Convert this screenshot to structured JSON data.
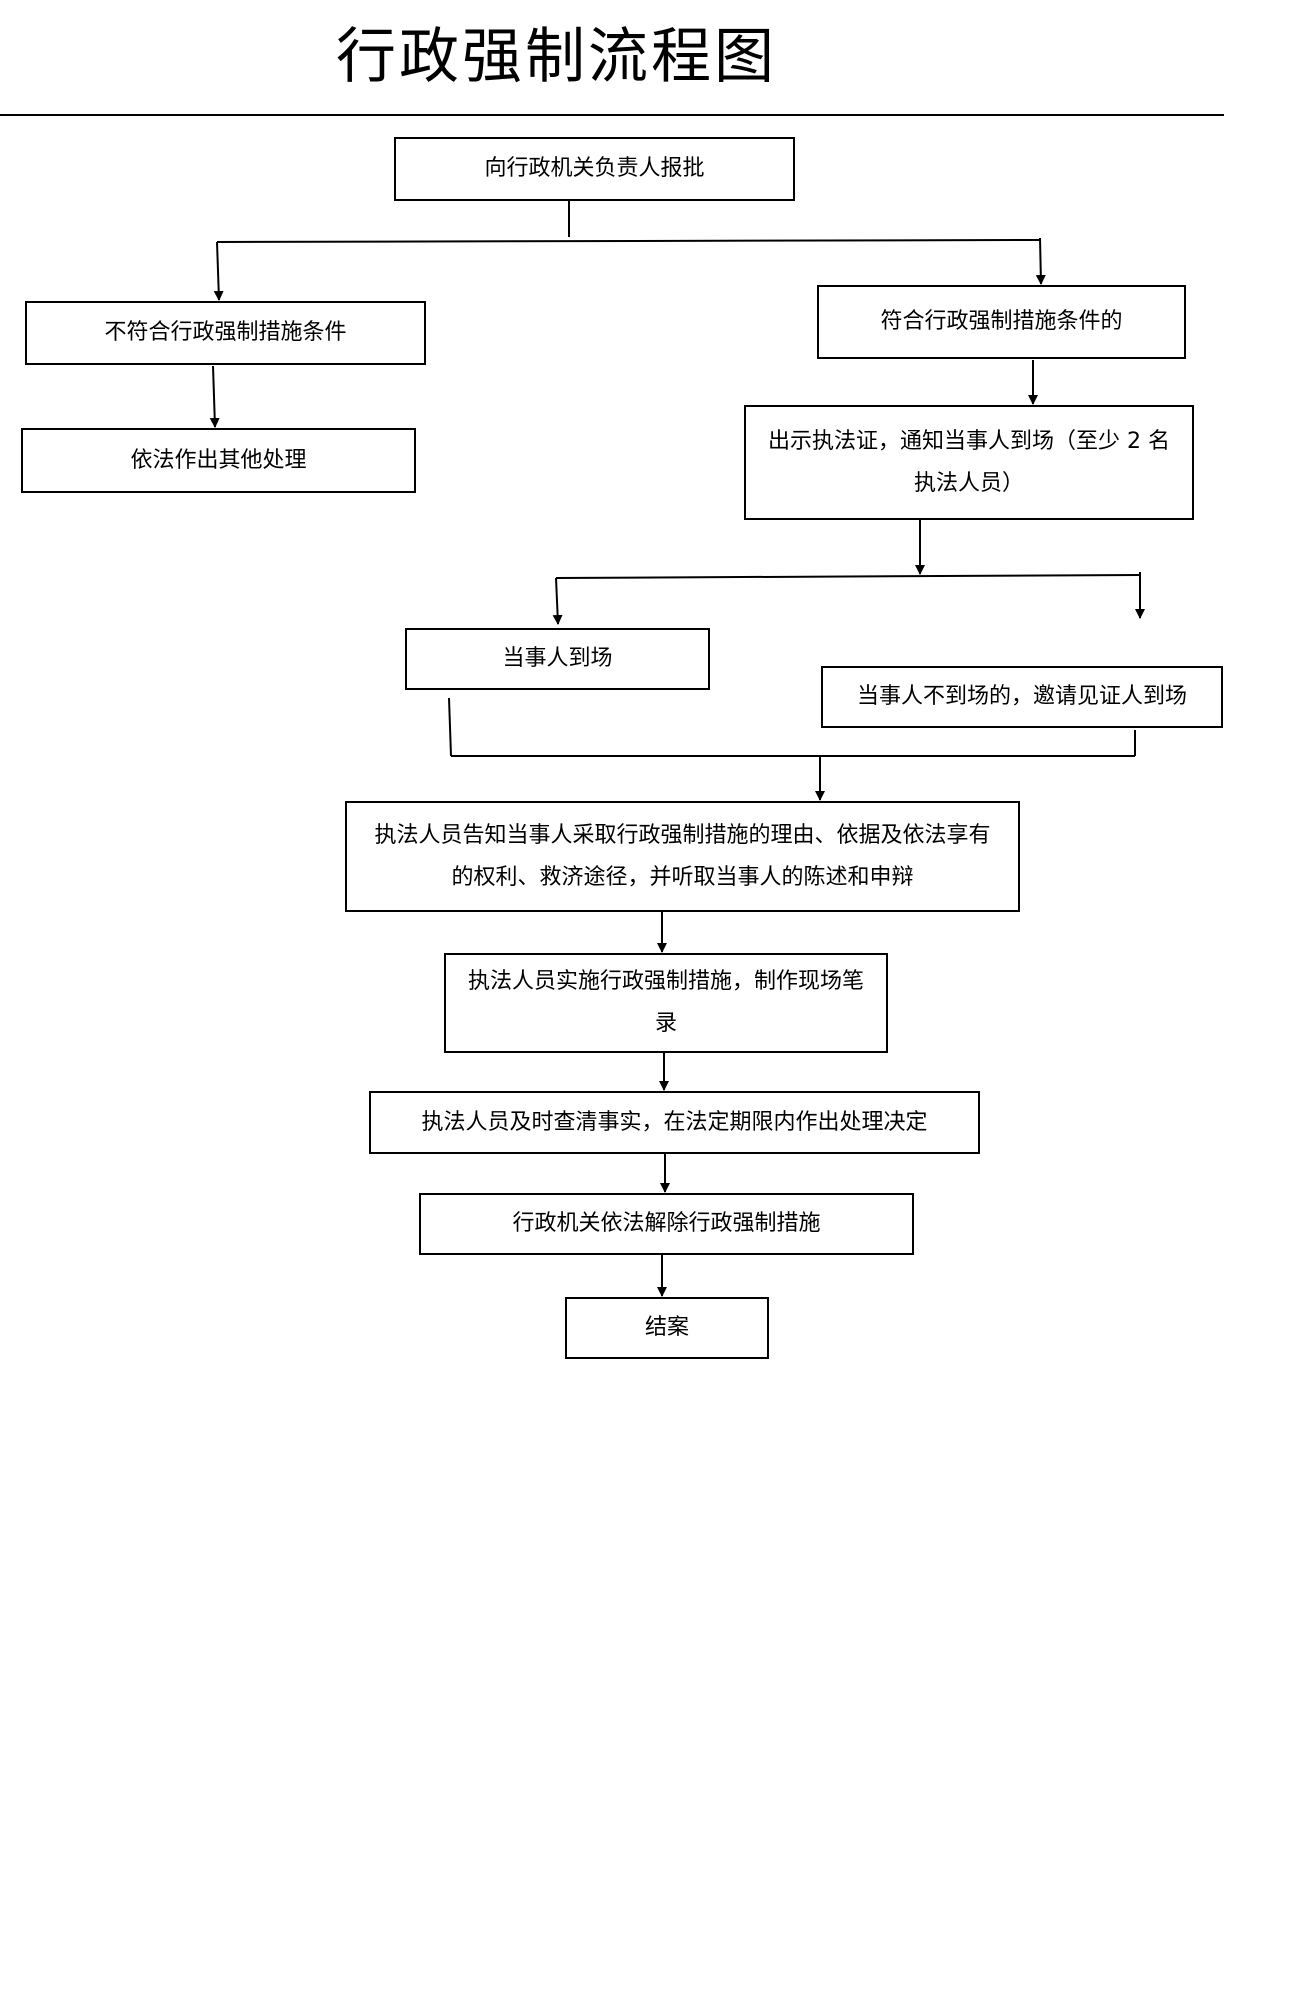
{
  "title": "行政强制流程图",
  "nodes": {
    "report": "向行政机关负责人报批",
    "not_meet": "不符合行政强制措施条件",
    "other": "依法作出其他处理",
    "meet": "符合行政强制措施条件的",
    "show_id": "出示执法证，通知当事人到场（至少 2 名执法人员）",
    "present": "当事人到场",
    "absent": "当事人不到场的，邀请见证人到场",
    "inform": "执法人员告知当事人采取行政强制措施的理由、依据及依法享有的权利、救济途径，并听取当事人的陈述和申辩",
    "implement": "执法人员实施行政强制措施，制作现场笔录",
    "decide": "执法人员及时查清事实，在法定期限内作出处理决定",
    "release": "行政机关依法解除行政强制措施",
    "close": "结案"
  }
}
